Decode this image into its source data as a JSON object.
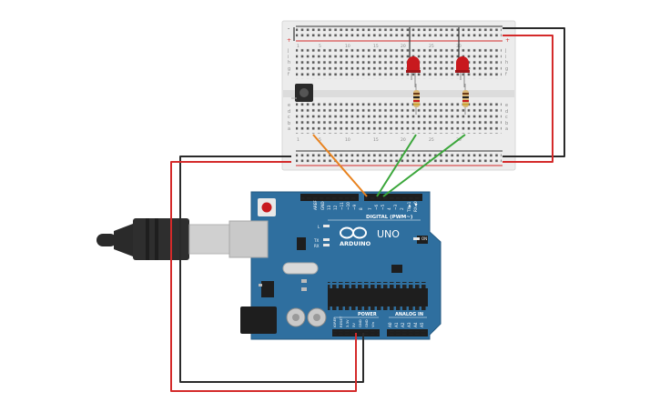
{
  "board": {
    "brand": "ARDUINO",
    "model": "UNO",
    "digital_label": "DIGITAL (PWM~)",
    "power_label": "POWER",
    "analog_label": "ANALOG IN",
    "on_label": "ON",
    "l_label": "L",
    "tx_label": "TX",
    "rx_label": "RX",
    "aref_label": "AREF",
    "gnd_label": "GND",
    "txpin_label": "TX▶1",
    "rxpin_label": "RX◀0",
    "digital_pins": [
      "13",
      "12",
      "~11",
      "~10",
      "~9",
      "8",
      "7",
      "~6",
      "~5",
      "4",
      "~3",
      "2"
    ],
    "power_pins": [
      "IOREF",
      "RESET",
      "3.3V",
      "5V",
      "GND",
      "GND",
      "Vin"
    ],
    "analog_pins": [
      "A0",
      "A1",
      "A2",
      "A3",
      "A4",
      "A5"
    ]
  },
  "breadboard": {
    "row_letters": [
      "a",
      "b",
      "c",
      "d",
      "e",
      "f",
      "g",
      "h",
      "i",
      "j"
    ],
    "column_numbers": [
      "1",
      "5",
      "10",
      "15",
      "20",
      "25",
      "30"
    ],
    "rail_plus": "+",
    "rail_minus": "-"
  },
  "colors": {
    "board_blue": "#2f6f9f",
    "wire_red": "#d42a2a",
    "wire_black": "#2a2a2a",
    "wire_orange": "#e8821e",
    "wire_green": "#3aa63a",
    "led_red": "#c8191e",
    "breadboard": "#ececec"
  }
}
